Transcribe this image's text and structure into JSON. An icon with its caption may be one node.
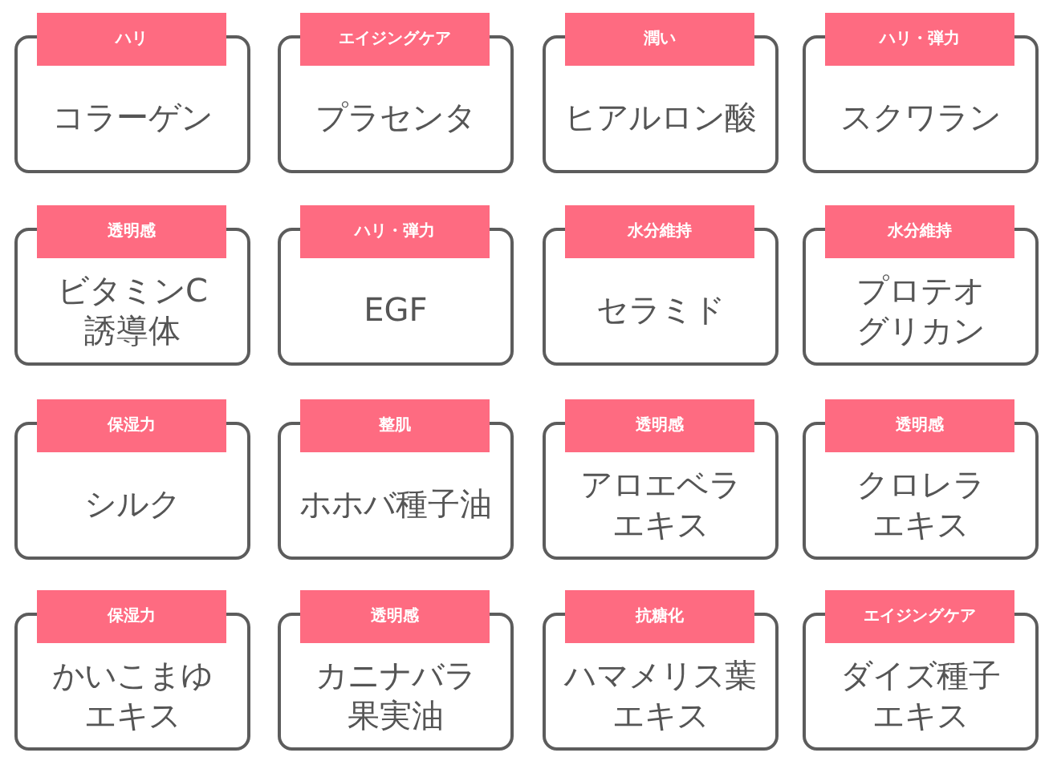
{
  "diagram": {
    "nodes": [
      {
        "text": [
          "ハリ",
          "コラーゲン"
        ]
      },
      {
        "text": [
          "エイジングケア",
          "プラセンタ"
        ]
      },
      {
        "text": [
          "潤い",
          "ヒアルロン酸"
        ]
      },
      {
        "text": [
          "ハリ・弾力",
          "スクワラン"
        ]
      },
      {
        "text": [
          "透明感",
          "ビタミンC誘導体"
        ]
      },
      {
        "text": [
          "ハリ・弾力",
          "EGF"
        ]
      },
      {
        "text": [
          "水分維持",
          "セラミド"
        ]
      },
      {
        "text": [
          "水分維持",
          "プロテオグリカン"
        ]
      },
      {
        "text": [
          "保湿力",
          "シルク"
        ]
      },
      {
        "text": [
          "整肌",
          "ホホバ種子油"
        ]
      },
      {
        "text": [
          "透明感",
          "アロエベラエキス"
        ]
      },
      {
        "text": [
          "透明感",
          "クロレラエキス"
        ]
      },
      {
        "text": [
          "保湿力",
          "かいこまゆエキス"
        ]
      },
      {
        "text": [
          "透明感",
          "カニナバラ果実油"
        ]
      },
      {
        "text": [
          "抗糖化",
          "ハマメリス葉エキス"
        ]
      },
      {
        "text": [
          "エイジングケア",
          "ダイズ種子エキス"
        ]
      }
    ]
  }
}
